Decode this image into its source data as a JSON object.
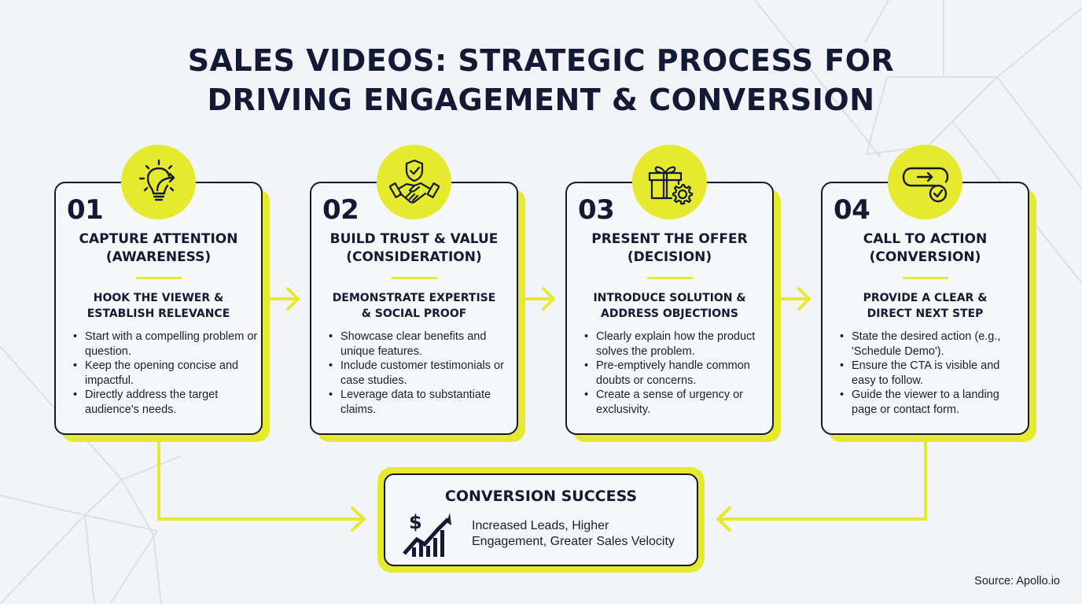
{
  "title": {
    "line1": "SALES VIDEOS: STRATEGIC PROCESS FOR",
    "line2": "DRIVING ENGAGEMENT & CONVERSION"
  },
  "colors": {
    "accent": "#e6ea2e",
    "ink": "#141a33",
    "background": "#f2f4f7",
    "card": "#f6f7f9"
  },
  "steps": [
    {
      "number": "01",
      "icon": "lightbulb-arrow-icon",
      "stage_line1": "CAPTURE ATTENTION",
      "stage_line2": "(AWARENESS)",
      "sub_line1": "HOOK THE VIEWER &",
      "sub_line2": "ESTABLISH RELEVANCE",
      "bullets": [
        "Start with a compelling problem or question.",
        "Keep the opening concise and impactful.",
        "Directly address the target audience's needs."
      ]
    },
    {
      "number": "02",
      "icon": "handshake-shield-icon",
      "stage_line1": "BUILD TRUST & VALUE",
      "stage_line2": "(CONSIDERATION)",
      "sub_line1": "DEMONSTRATE EXPERTISE",
      "sub_line2": "& SOCIAL PROOF",
      "bullets": [
        "Showcase clear benefits and unique features.",
        "Include customer testimonials or case studies.",
        "Leverage data to substantiate claims."
      ]
    },
    {
      "number": "03",
      "icon": "gift-gear-icon",
      "stage_line1": "PRESENT THE OFFER",
      "stage_line2": "(DECISION)",
      "sub_line1": "INTRODUCE SOLUTION &",
      "sub_line2": "ADDRESS OBJECTIONS",
      "bullets": [
        "Clearly explain how the product solves the problem.",
        "Pre-emptively handle common doubts or concerns.",
        "Create a sense of urgency or exclusivity."
      ]
    },
    {
      "number": "04",
      "icon": "cta-button-check-icon",
      "stage_line1": "CALL TO ACTION",
      "stage_line2": "(CONVERSION)",
      "sub_line1": "PROVIDE A CLEAR &",
      "sub_line2": "DIRECT NEXT STEP",
      "bullets": [
        "State the desired action (e.g., 'Schedule Demo').",
        "Ensure the CTA is visible and easy to follow.",
        "Guide the viewer to a landing page or contact form."
      ]
    }
  ],
  "success": {
    "title": "CONVERSION SUCCESS",
    "icon": "dollar-growth-chart-icon",
    "text_line1": "Increased Leads, Higher",
    "text_line2": "Engagement, Greater Sales Velocity"
  },
  "source": "Source: Apollo.io"
}
